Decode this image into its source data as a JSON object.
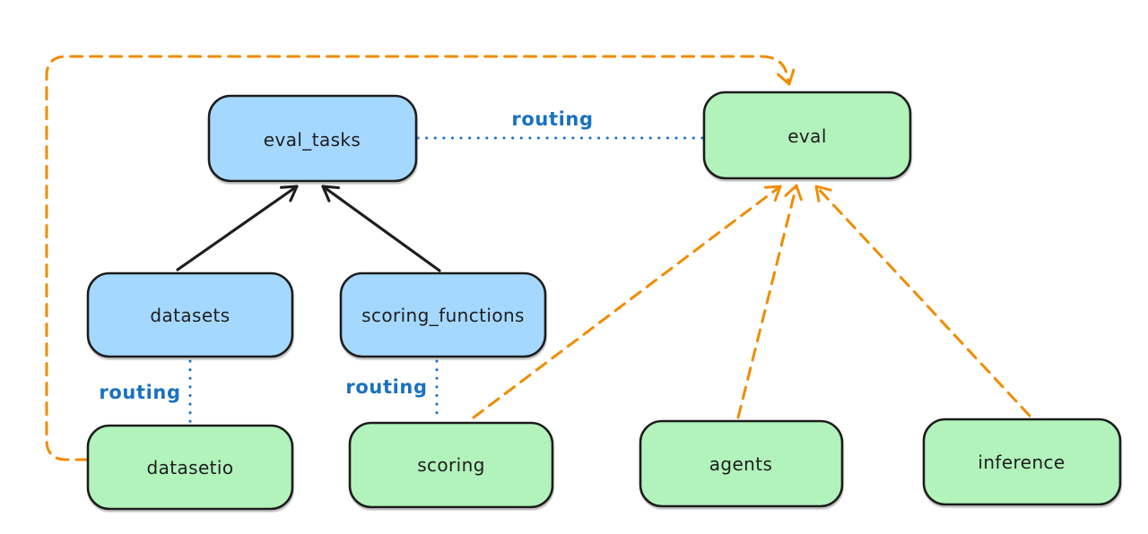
{
  "diagram": {
    "palette": {
      "background": "#ffffff",
      "node_stroke": "#1e1e1e",
      "blue_fill": "#a5d8ff",
      "green_fill": "#b2f2bb",
      "routing_blue": "#1971c2",
      "orange": "#f08c00",
      "black": "#1e1e1e"
    },
    "nodes": [
      {
        "id": "eval_tasks",
        "label": "eval_tasks",
        "fill": "#a5d8ff"
      },
      {
        "id": "eval",
        "label": "eval",
        "fill": "#b2f2bb"
      },
      {
        "id": "datasets",
        "label": "datasets",
        "fill": "#a5d8ff"
      },
      {
        "id": "scoring_functions",
        "label": "scoring_functions",
        "fill": "#a5d8ff"
      },
      {
        "id": "datasetio",
        "label": "datasetio",
        "fill": "#b2f2bb"
      },
      {
        "id": "scoring",
        "label": "scoring",
        "fill": "#b2f2bb"
      },
      {
        "id": "agents",
        "label": "agents",
        "fill": "#b2f2bb"
      },
      {
        "id": "inference",
        "label": "inference",
        "fill": "#b2f2bb"
      }
    ],
    "edges": [
      {
        "from": "datasets",
        "to": "eval_tasks",
        "style": "solid-arrow",
        "color": "#1e1e1e"
      },
      {
        "from": "scoring_functions",
        "to": "eval_tasks",
        "style": "solid-arrow",
        "color": "#1e1e1e"
      },
      {
        "from": "eval_tasks",
        "to": "eval",
        "style": "dotted",
        "color": "#1971c2",
        "label": "routing"
      },
      {
        "from": "datasets",
        "to": "datasetio",
        "style": "dotted",
        "color": "#1971c2",
        "label": "routing"
      },
      {
        "from": "scoring_functions",
        "to": "scoring",
        "style": "dotted",
        "color": "#1971c2",
        "label": "routing"
      },
      {
        "from": "datasetio",
        "to": "eval",
        "style": "dashed-arrow",
        "color": "#f08c00"
      },
      {
        "from": "scoring",
        "to": "eval",
        "style": "dashed-arrow",
        "color": "#f08c00"
      },
      {
        "from": "agents",
        "to": "eval",
        "style": "dashed-arrow",
        "color": "#f08c00"
      },
      {
        "from": "inference",
        "to": "eval",
        "style": "dashed-arrow",
        "color": "#f08c00"
      }
    ]
  }
}
